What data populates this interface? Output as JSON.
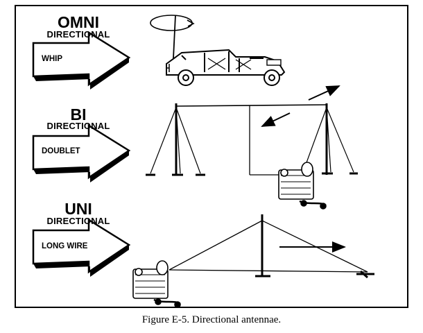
{
  "rows": [
    {
      "title": "OMNI",
      "subtitle": "DIRECTIONAL",
      "arrow_label": "WHIP"
    },
    {
      "title": "BI",
      "subtitle": "DIRECTIONAL",
      "arrow_label": "DOUBLET"
    },
    {
      "title": "UNI",
      "subtitle": "DIRECTIONAL",
      "arrow_label": "LONG WIRE"
    }
  ],
  "caption": "Figure E-5. Directional antennae.",
  "colors": {
    "ink": "#000000",
    "paper": "#ffffff"
  }
}
